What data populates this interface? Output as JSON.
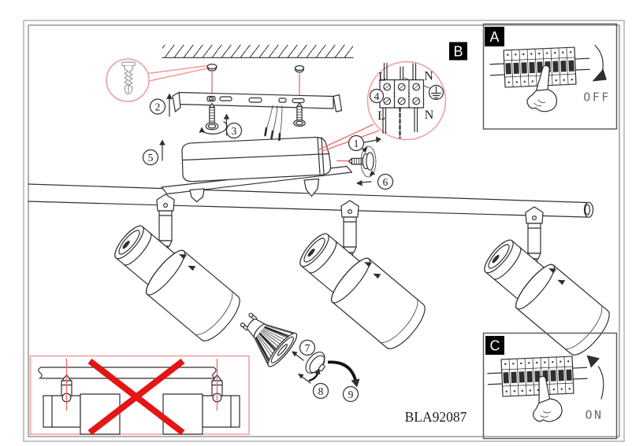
{
  "page": {
    "model_number": "BLA92087"
  },
  "inset_panels": {
    "a": {
      "label": "A",
      "status": "OFF"
    },
    "b": {
      "label": "B"
    },
    "c": {
      "label": "C",
      "status": "ON"
    }
  },
  "wiring_detail": {
    "step": "4",
    "terminal_top_left": "L",
    "terminal_top_right": "N",
    "terminal_bottom_left": "L",
    "terminal_bottom_right": "N"
  },
  "steps": {
    "s1": "1",
    "s2": "2",
    "s3": "3",
    "s5": "5",
    "s6": "6",
    "s7": "7",
    "s8": "8",
    "s9": "9"
  },
  "colors": {
    "ink": "#2f2f2f",
    "soft_red": "#f29a9a",
    "align_red": "#ef6a6a",
    "cross_red": "#e31515",
    "panel_text": "#6b6b6b",
    "anchor_gray": "#9a9a9a",
    "border_outer": "#b5b5b5",
    "border_inner": "#7d7d7d"
  }
}
